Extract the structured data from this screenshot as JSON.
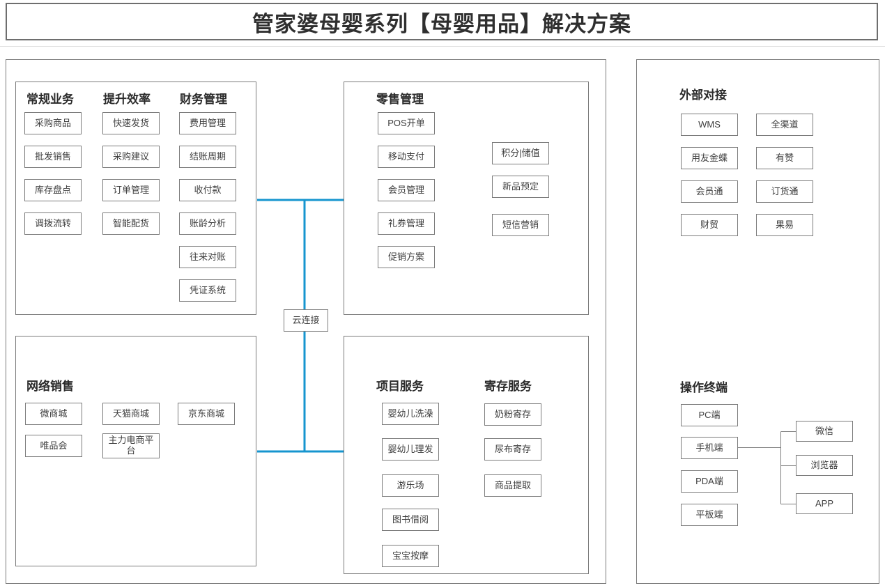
{
  "title": "管家婆母婴系列【母婴用品】解决方案",
  "colors": {
    "accent_blue": "#1695cf",
    "border_gray": "#7b7b7b"
  },
  "connector": {
    "cloud_label": "云连接"
  },
  "sections": {
    "regular": {
      "header": "常规业务",
      "items": [
        "采购商品",
        "批发销售",
        "库存盘点",
        "调拨流转"
      ]
    },
    "efficiency": {
      "header": "提升效率",
      "items": [
        "快速发货",
        "采购建议",
        "订单管理",
        "智能配货"
      ]
    },
    "finance": {
      "header": "财务管理",
      "items": [
        "费用管理",
        "结账周期",
        "收付款",
        "账龄分析",
        "往来对账",
        "凭证系统"
      ]
    },
    "retail": {
      "header": "零售管理",
      "items": [
        "POS开单",
        "移动支付",
        "会员管理",
        "礼券管理",
        "促销方案"
      ],
      "member_links": [
        "积分|储值",
        "新品预定",
        "短信营销"
      ]
    },
    "online": {
      "header": "网络销售",
      "items": [
        "微商城",
        "天猫商城",
        "京东商城",
        "唯品会",
        "主力电商平台"
      ]
    },
    "project": {
      "header": "项目服务",
      "items": [
        "婴幼儿洗澡",
        "婴幼儿理发",
        "游乐场",
        "图书借阅",
        "宝宝按摩"
      ]
    },
    "storage": {
      "header": "寄存服务",
      "items": [
        "奶粉寄存",
        "尿布寄存",
        "商品提取"
      ]
    },
    "external": {
      "header": "外部对接",
      "items": [
        "WMS",
        "全渠道",
        "用友金蝶",
        "有赞",
        "会员通",
        "订货通",
        "财贸",
        "果易"
      ]
    },
    "terminal": {
      "header": "操作终端",
      "items": [
        "PC端",
        "手机端",
        "PDA端",
        "平板端"
      ],
      "mobile_links": [
        "微信",
        "浏览器",
        "APP"
      ]
    }
  }
}
